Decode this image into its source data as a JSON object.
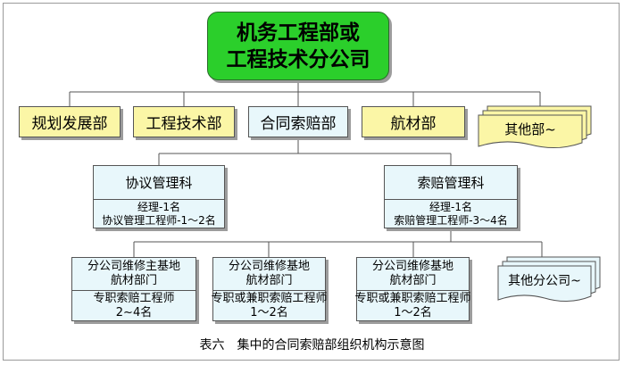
{
  "top": {
    "line1": "机务工程部或",
    "line2": "工程技术分公司"
  },
  "level1": {
    "planning": "规划发展部",
    "engineering": "工程技术部",
    "contract": "合同索赔部",
    "material": "航材部",
    "other": "其他部~"
  },
  "sections": {
    "agreement": {
      "title": "协议管理科",
      "line1": "经理-1名",
      "line2": "协议管理工程师-1～2名"
    },
    "claim": {
      "title": "索赔管理科",
      "line1": "经理-1名",
      "line2": "索赔管理工程师-3～4名"
    }
  },
  "branches": [
    {
      "line1": "分公司维修主基地",
      "line2": "航材部门",
      "line3": "专职索赔工程师",
      "line4": "2~4名"
    },
    {
      "line1": "分公司维修基地",
      "line2": "航材部门",
      "line3": "专职或兼职索赔工程师",
      "line4": "1～2名"
    },
    {
      "line1": "分公司维修基地",
      "line2": "航材部门",
      "line3": "专职或兼职索赔工程师",
      "line4": "1～2名"
    }
  ],
  "other_branch": "其他分公司~",
  "caption": "表六　集中的合同索赔部组织机构示意图",
  "colors": {
    "top": "#2bcf2b",
    "yellow": "#fbf6a6",
    "cyan": "#e8f7fb",
    "line": "#555555"
  }
}
